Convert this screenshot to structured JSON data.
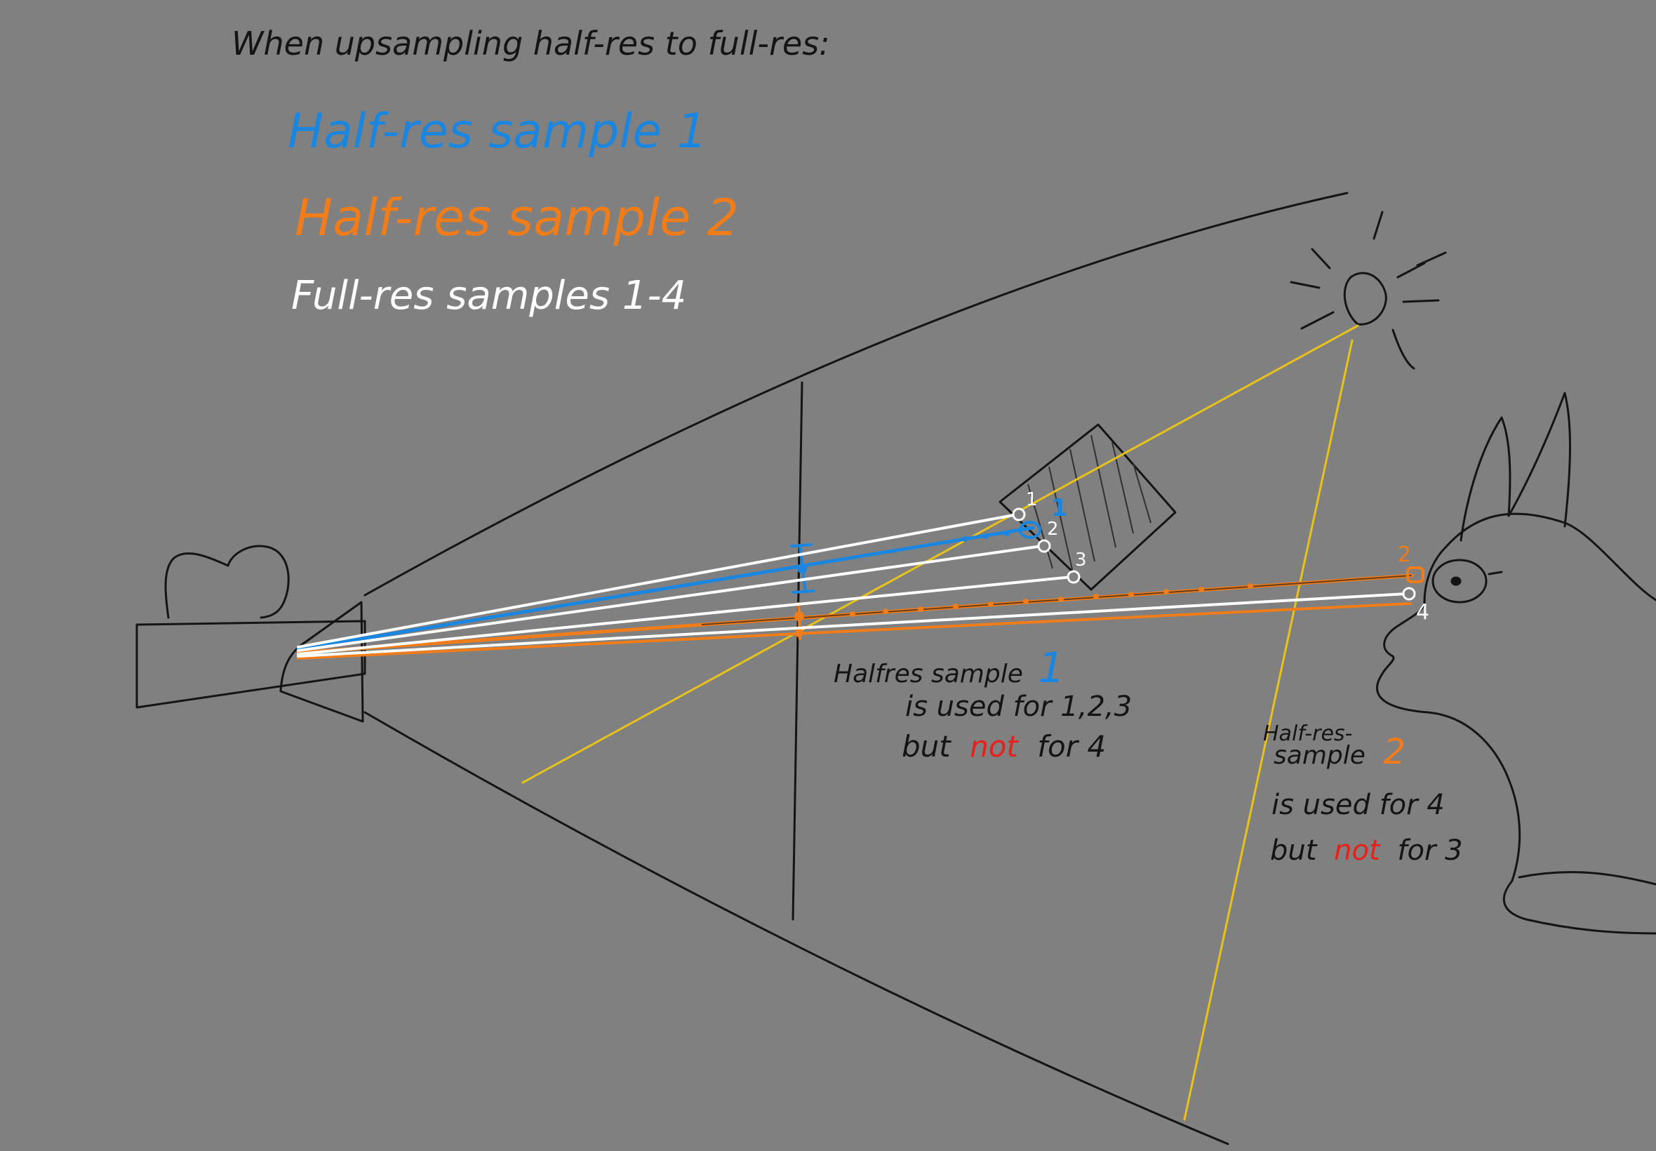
{
  "header": {
    "title": "When upsampling half-res to full-res:"
  },
  "legend": {
    "half_res_sample_1": "Half-res sample 1",
    "half_res_sample_2": "Half-res sample 2",
    "full_res_samples": "Full-res samples 1-4"
  },
  "labels": {
    "full_res_1": "1",
    "full_res_2": "2",
    "full_res_3": "3",
    "full_res_4": "4",
    "half_res_1": "1",
    "half_res_2": "2"
  },
  "note_1": {
    "line1_prefix": "Halfres sample",
    "line1_number": "1",
    "line2": "is used for 1,2,3",
    "line3_before": "but",
    "line3_not": "not",
    "line3_after": "for 4"
  },
  "note_2": {
    "line1": "Half-res-",
    "line2_prefix": "sample",
    "line2_number": "2",
    "line3": "is used for 4",
    "line4_before": "but",
    "line4_not": "not",
    "line4_after": "for 3"
  },
  "colors": {
    "background": "#808080",
    "ink": "#141414",
    "blue": "#1a86e0",
    "orange": "#f07c1a",
    "white": "#ffffff",
    "yellow": "#e8c21a",
    "red": "#e8201a"
  },
  "icons": [
    "camera-icon",
    "sun-icon",
    "bunny-icon",
    "occluder-box-icon"
  ]
}
